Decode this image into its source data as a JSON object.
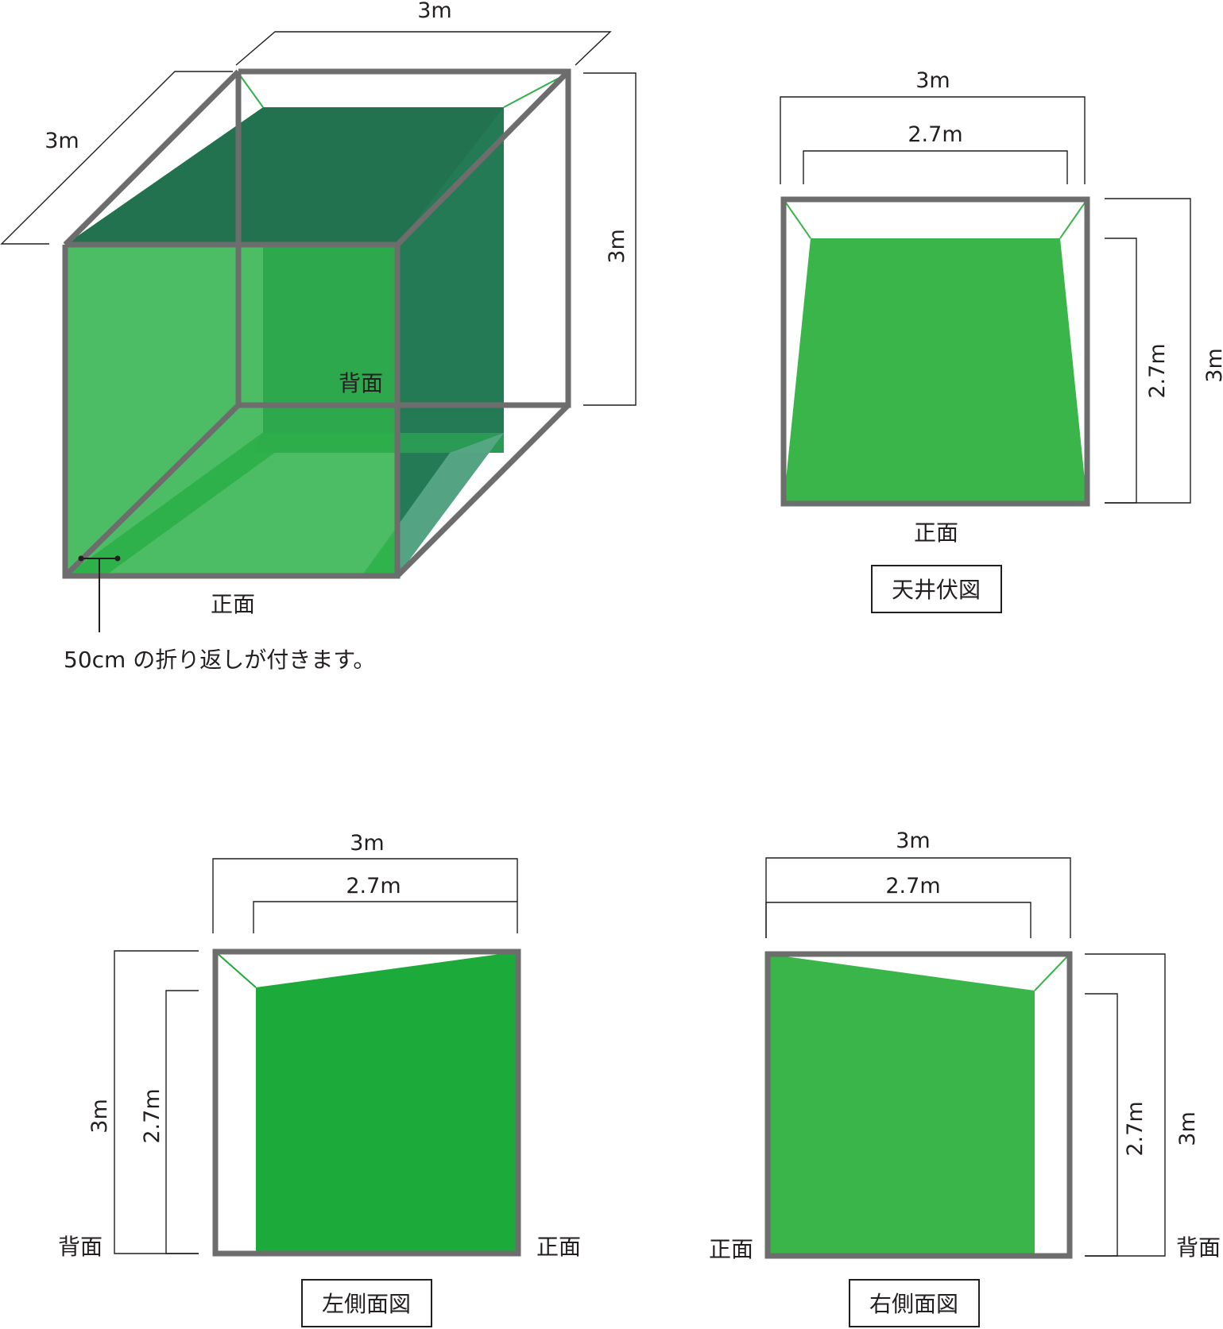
{
  "colors": {
    "frame": "#6d6d6d",
    "net_front": "#2eb14a",
    "net_dark": "#1f6e4f",
    "net_side_left": "#1caa3a",
    "net_side_right": "#39b54a",
    "text": "#231f20"
  },
  "iso_view": {
    "top_width": "3m",
    "depth": "3m",
    "height": "3m",
    "back_label": "背面",
    "front_label": "正面",
    "fold_note": "50cm の折り返しが付きます。"
  },
  "ceiling_view": {
    "title": "天井伏図",
    "outer_width": "3m",
    "inner_width": "2.7m",
    "outer_height": "3m",
    "inner_height": "2.7m",
    "front_label": "正面"
  },
  "left_side_view": {
    "title": "左側面図",
    "outer_width": "3m",
    "inner_width": "2.7m",
    "outer_height": "3m",
    "inner_height": "2.7m",
    "back_label": "背面",
    "front_label": "正面"
  },
  "right_side_view": {
    "title": "右側面図",
    "outer_width": "3m",
    "inner_width": "2.7m",
    "outer_height": "3m",
    "inner_height": "2.7m",
    "front_label": "正面",
    "back_label": "背面"
  }
}
